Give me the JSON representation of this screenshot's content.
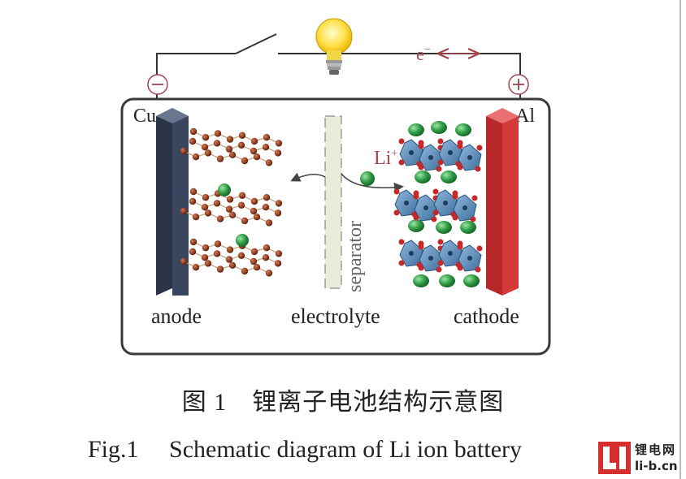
{
  "diagram": {
    "electron_label": "e",
    "electron_sup": "−",
    "minus_symbol": "−",
    "plus_symbol": "+",
    "anode_collector": "Cu",
    "cathode_collector": "Al",
    "ion_label": "Li",
    "ion_sup": "+",
    "separator_label": "separator",
    "anode_label": "anode",
    "electrolyte_label": "electrolyte",
    "cathode_label": "cathode"
  },
  "caption": {
    "cn": "图 1　锂离子电池结构示意图",
    "en": "Fig.1　 Schematic diagram of Li ion battery"
  },
  "watermark": {
    "text_cn": "锂电网",
    "url": "li-b.cn"
  },
  "colors": {
    "anode_plate": "#4a5670",
    "cathode_plate": "#d33a3a",
    "graphite_atom": "#8b3a1e",
    "li_ion": "#2e9a43",
    "cathode_octahedron": "#5a8fc0",
    "separator": "#e8ecd8",
    "label_red": "#a8434f"
  }
}
